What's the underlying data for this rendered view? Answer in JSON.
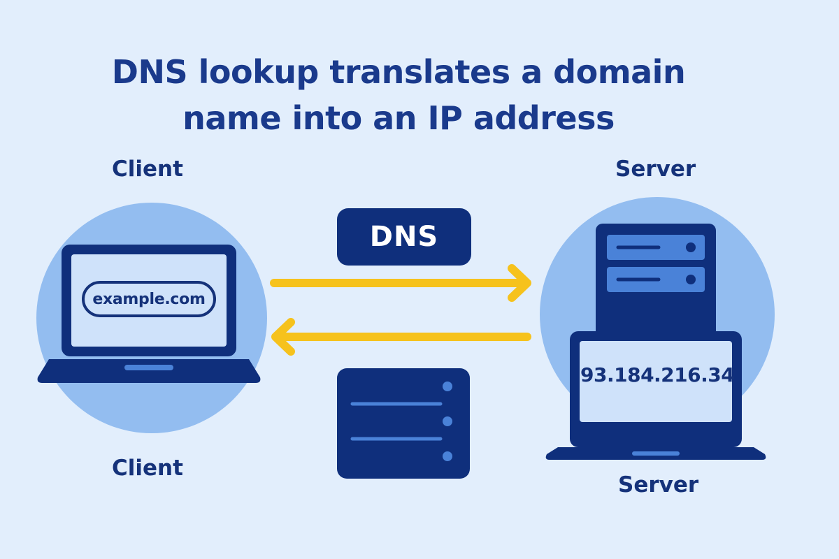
{
  "title": {
    "line1": "DNS lookup translates a domain",
    "line2": "name into an IP address"
  },
  "labels": {
    "client_top": "Client",
    "server_top": "Server",
    "client_bottom": "Client",
    "server_bottom": "Server"
  },
  "dns_badge": "DNS",
  "client_screen": {
    "domain": "example.com"
  },
  "server_screen": {
    "ip_address": "93.184.216.34"
  },
  "colors": {
    "background": "#e2eefc",
    "navy": "#0f2f7c",
    "circle": "#93bdf0",
    "screen": "#cfe2fa",
    "accent_blue": "#4a82d8",
    "arrow": "#f6c21c"
  },
  "icons": {
    "client_device": "laptop-icon",
    "server_device": "server-rack-icon",
    "server_laptop": "laptop-icon",
    "dns_server": "dns-server-icon",
    "request_arrow": "arrow-right-icon",
    "response_arrow": "arrow-left-icon"
  }
}
